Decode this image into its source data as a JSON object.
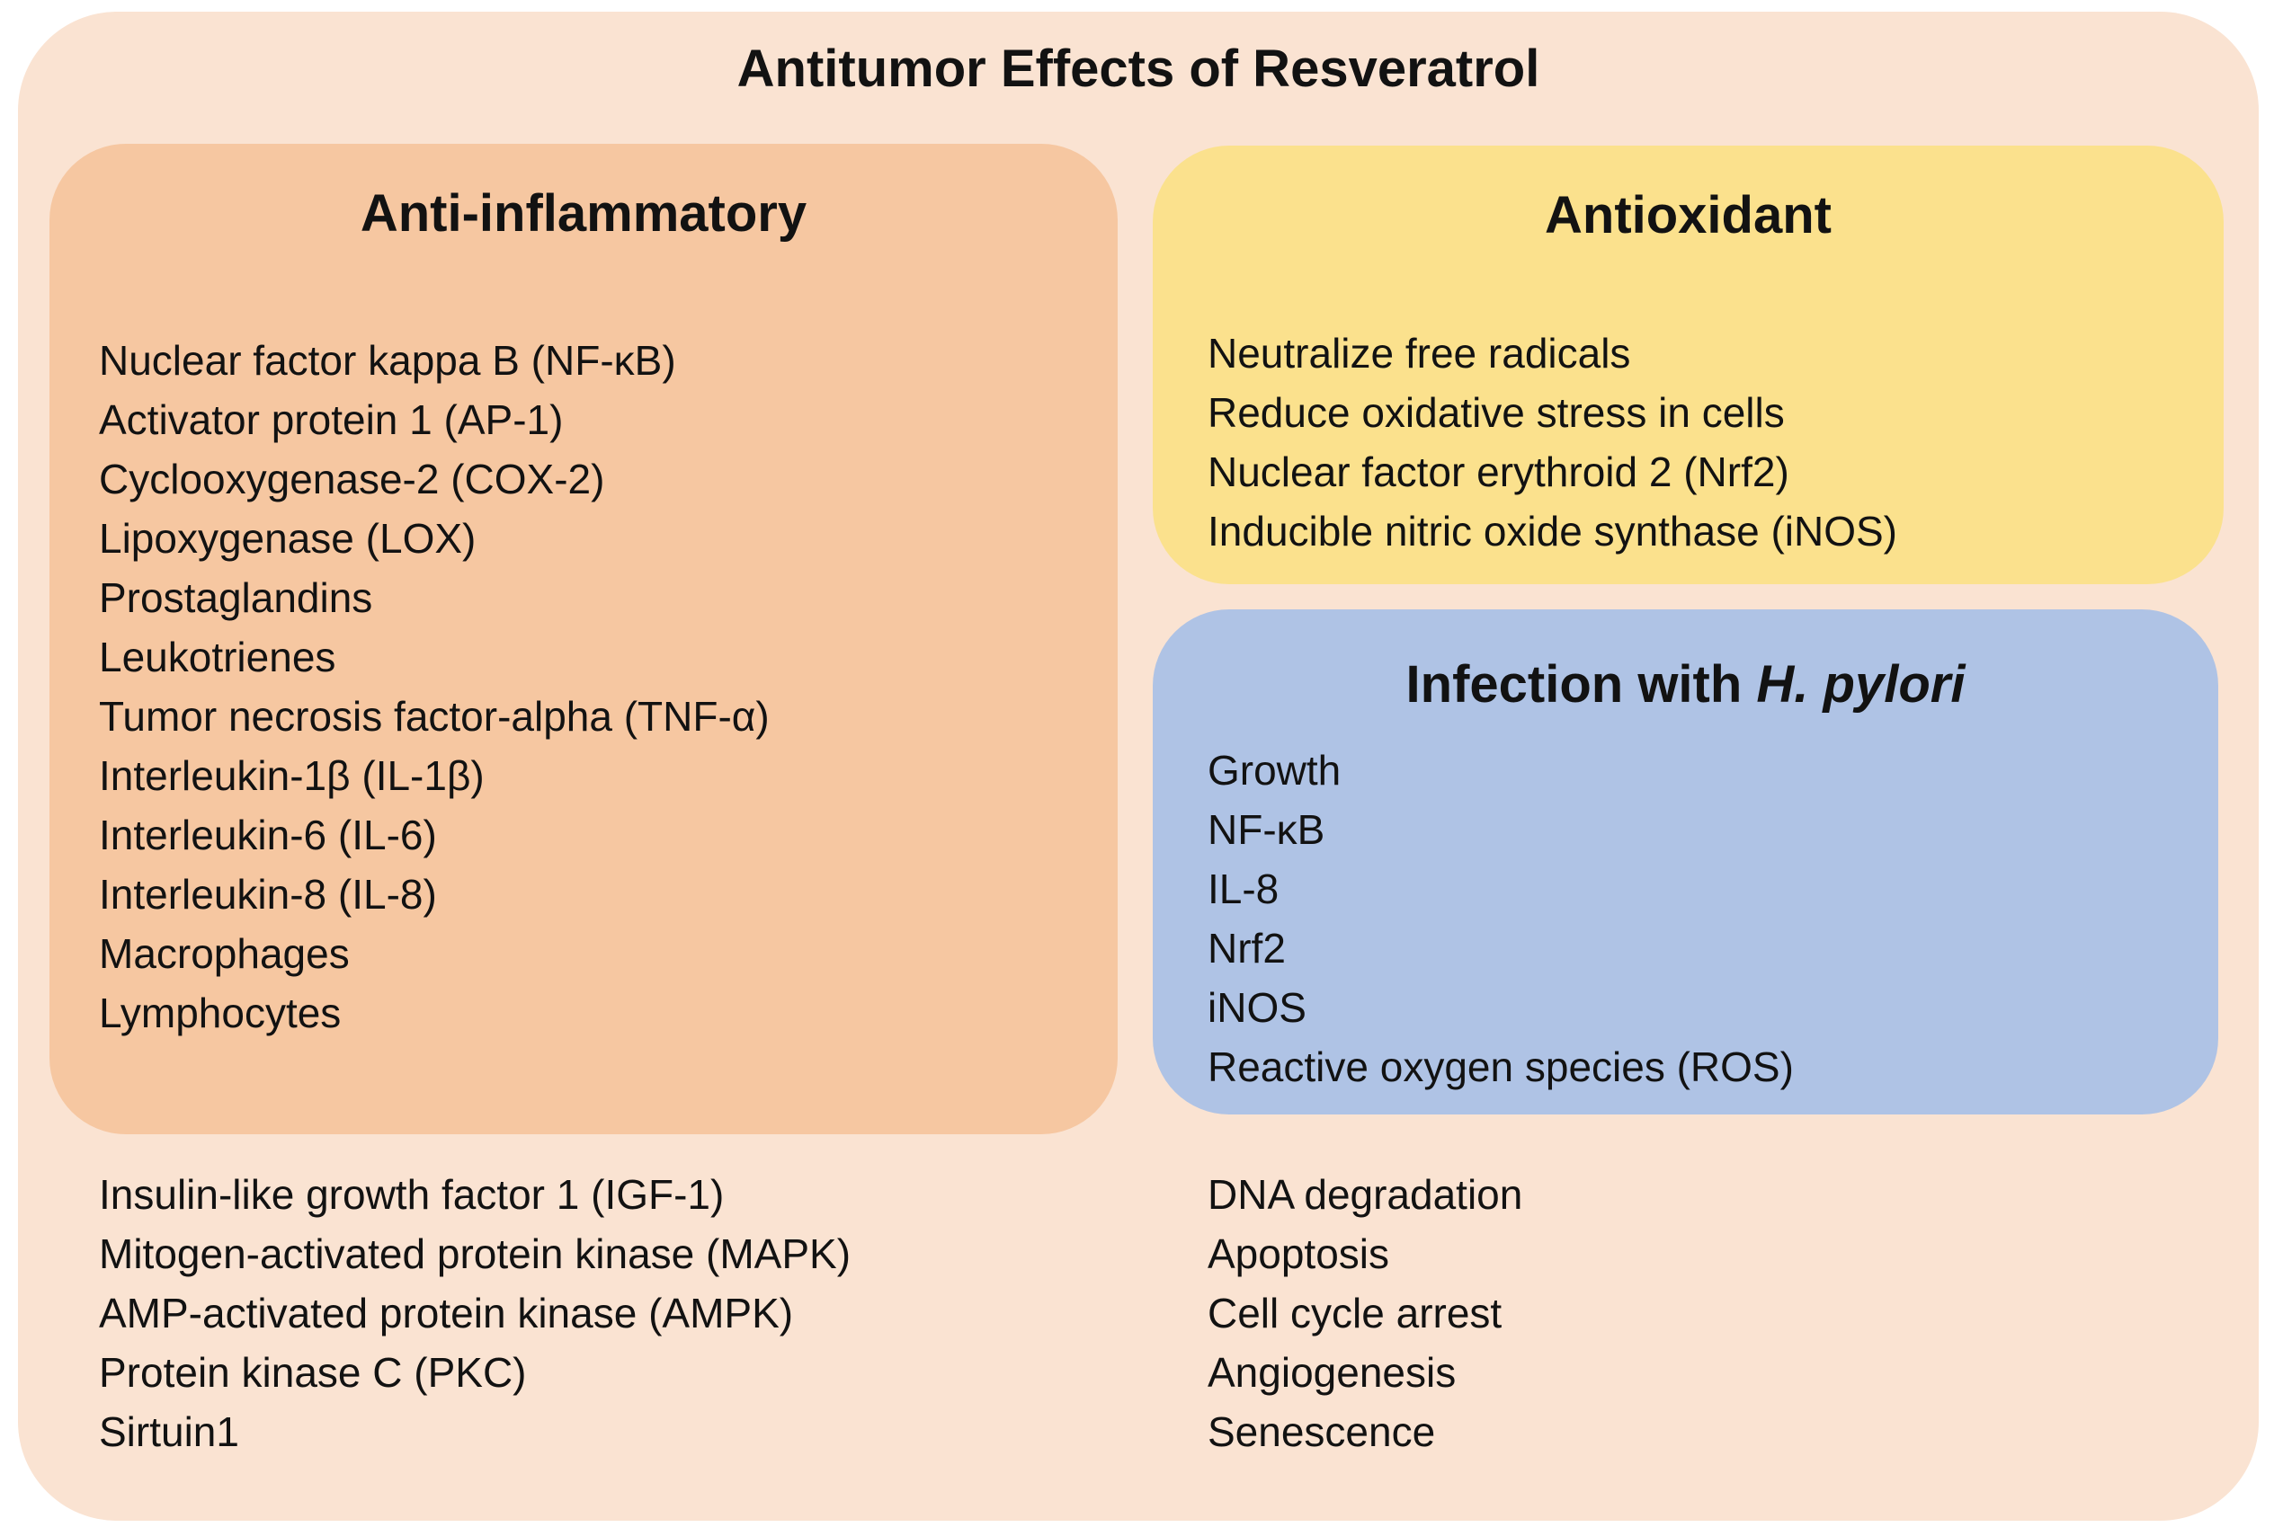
{
  "figure": {
    "title": "Antitumor Effects of Resveratrol"
  },
  "colors": {
    "page_background": "#ffffff",
    "container_background": "#fae3d2",
    "anti_inflammatory_panel": "#f6c7a1",
    "antioxidant_panel": "#fbe18d",
    "infection_panel": "#afc3e5",
    "text": "#121212"
  },
  "panels": {
    "anti_inflammatory": {
      "title": "Anti-inflammatory",
      "items": [
        "Nuclear factor kappa B (NF-κB)",
        "Activator protein 1 (AP-1)",
        "Cyclooxygenase-2 (COX-2)",
        "Lipoxygenase (LOX)",
        "Prostaglandins",
        "Leukotrienes",
        "Tumor necrosis factor-alpha (TNF-α)",
        "Interleukin-1β (IL-1β)",
        "Interleukin-6 (IL-6)",
        "Interleukin-8 (IL-8)",
        "Macrophages",
        "Lymphocytes"
      ]
    },
    "antioxidant": {
      "title": "Antioxidant",
      "items": [
        "Neutralize free radicals",
        "Reduce oxidative stress in cells",
        "Nuclear factor erythroid 2 (Nrf2)",
        "Inducible nitric oxide synthase (iNOS)"
      ]
    },
    "infection": {
      "title_prefix": "Infection with ",
      "title_italic": "H. pylori",
      "items": [
        "Growth",
        "NF-κB",
        "IL-8",
        "Nrf2",
        "iNOS",
        "Reactive oxygen species (ROS)"
      ]
    },
    "bottom_left": {
      "items": [
        "Insulin-like growth factor 1 (IGF-1)",
        "Mitogen-activated protein kinase (MAPK)",
        "AMP-activated protein kinase (AMPK)",
        "Protein kinase C (PKC)",
        "Sirtuin1"
      ]
    },
    "bottom_right": {
      "items": [
        "DNA degradation",
        "Apoptosis",
        "Cell cycle arrest",
        "Angiogenesis",
        "Senescence"
      ]
    }
  }
}
